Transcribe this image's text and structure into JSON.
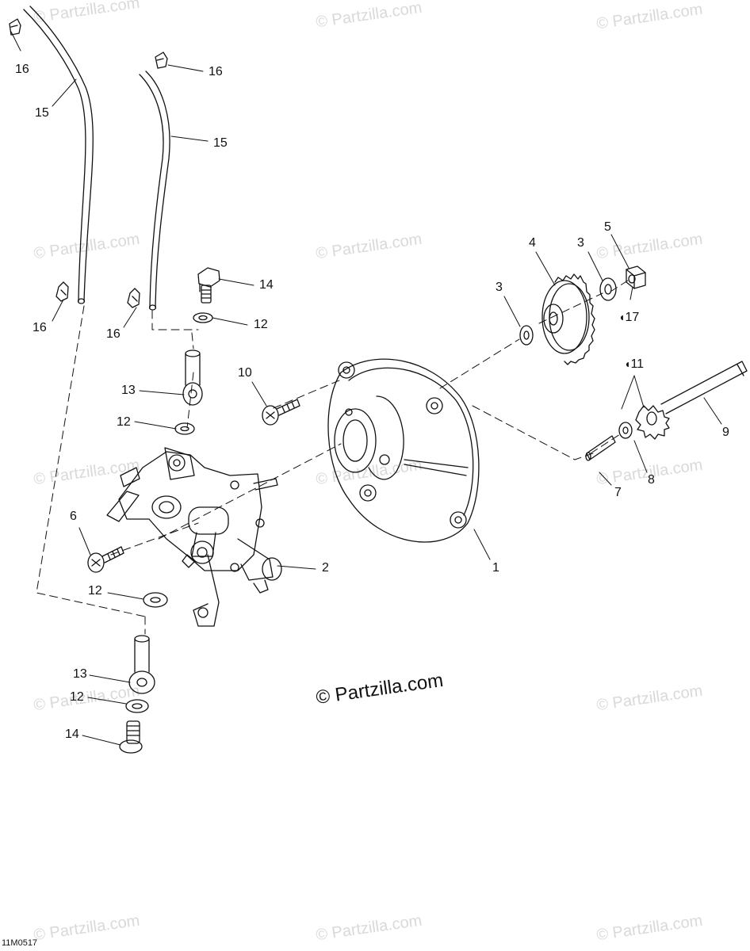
{
  "watermark": "© Partzilla.com",
  "main_watermark": "© Partzilla.com",
  "drawing_code": "11M0517",
  "drop_symbol": "◖",
  "callouts": {
    "c1": "1",
    "c2": "2",
    "c3a": "3",
    "c3b": "3",
    "c4": "4",
    "c5": "5",
    "c6": "6",
    "c7": "7",
    "c8": "8",
    "c9": "9",
    "c10": "10",
    "c11": "11",
    "c12a": "12",
    "c12b": "12",
    "c12c": "12",
    "c12d": "12",
    "c13a": "13",
    "c13b": "13",
    "c14a": "14",
    "c14b": "14",
    "c15a": "15",
    "c15b": "15",
    "c16a": "16",
    "c16b": "16",
    "c16c": "16",
    "c16d": "16",
    "c17": "17"
  }
}
